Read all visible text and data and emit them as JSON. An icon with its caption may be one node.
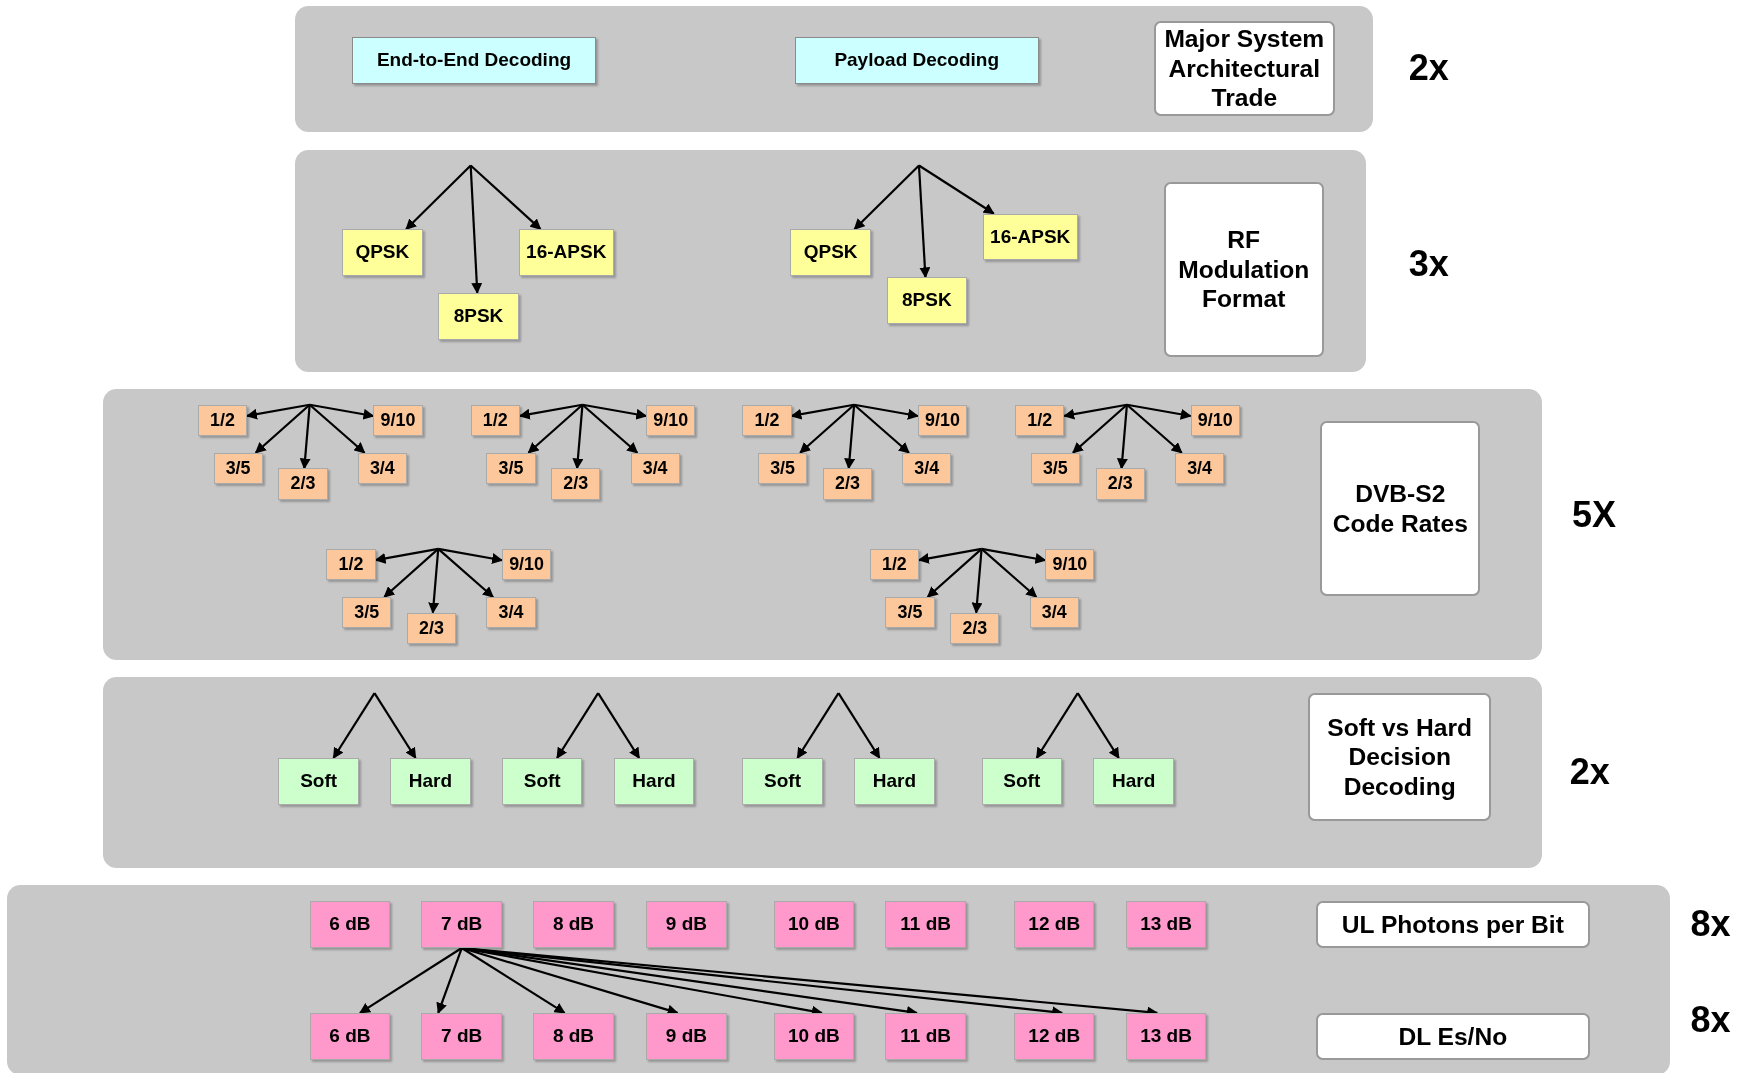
{
  "diagram": {
    "nodes": [
      {
        "text": [],
        "shape": "box"
      },
      {
        "text": [
          "End-to-End Decoding"
        ],
        "in": 0
      },
      {
        "text": [
          "Payload Decoding"
        ],
        "in": 0
      },
      {
        "text": [
          "Major System Architectural Trade"
        ],
        "in": 0
      },
      {
        "text": [],
        "shape": "box"
      },
      {
        "text": [
          "QPSK"
        ],
        "in": 4
      },
      {
        "text": [
          "8PSK"
        ],
        "in": 4
      },
      {
        "text": [
          "16-APSK"
        ],
        "in": 4
      },
      {
        "text": [
          "QPSK"
        ],
        "in": 4
      },
      {
        "text": [
          "8PSK"
        ],
        "in": 4
      },
      {
        "text": [
          "16-APSK"
        ],
        "in": 4
      },
      {
        "text": [
          "RF Modulation Format"
        ],
        "in": 4
      },
      {
        "text": [],
        "shape": "box"
      },
      {
        "text": [
          "1/2"
        ],
        "in": 12
      },
      {
        "text": [
          "3/5"
        ],
        "in": 12
      },
      {
        "text": [
          "2/3"
        ],
        "in": 12
      },
      {
        "text": [
          "3/4"
        ],
        "in": 12
      },
      {
        "text": [
          "9/10"
        ],
        "in": 12
      },
      {
        "text": [
          "1/2"
        ],
        "in": 12
      },
      {
        "text": [
          "3/5"
        ],
        "in": 12
      },
      {
        "text": [
          "2/3"
        ],
        "in": 12
      },
      {
        "text": [
          "3/4"
        ],
        "in": 12
      },
      {
        "text": [
          "9/10"
        ],
        "in": 12
      },
      {
        "text": [
          "1/2"
        ],
        "in": 12
      },
      {
        "text": [
          "3/5"
        ],
        "in": 12
      },
      {
        "text": [
          "2/3"
        ],
        "in": 12
      },
      {
        "text": [
          "3/4"
        ],
        "in": 12
      },
      {
        "text": [
          "9/10"
        ],
        "in": 12
      },
      {
        "text": [
          "1/2"
        ],
        "in": 12
      },
      {
        "text": [
          "3/5"
        ],
        "in": 12
      },
      {
        "text": [
          "2/3"
        ],
        "in": 12
      },
      {
        "text": [
          "3/4"
        ],
        "in": 12
      },
      {
        "text": [
          "9/10"
        ],
        "in": 12
      },
      {
        "text": [
          "1/2"
        ],
        "in": 12
      },
      {
        "text": [
          "3/5"
        ],
        "in": 12
      },
      {
        "text": [
          "2/3"
        ],
        "in": 12
      },
      {
        "text": [
          "3/4"
        ],
        "in": 12
      },
      {
        "text": [
          "9/10"
        ],
        "in": 12
      },
      {
        "text": [
          "1/2"
        ],
        "in": 12
      },
      {
        "text": [
          "3/5"
        ],
        "in": 12
      },
      {
        "text": [
          "2/3"
        ],
        "in": 12
      },
      {
        "text": [
          "3/4"
        ],
        "in": 12
      },
      {
        "text": [
          "9/10"
        ],
        "in": 12
      },
      {
        "text": [
          "DVB-S2 Code Rates"
        ],
        "in": 12
      },
      {
        "text": [],
        "shape": "box"
      },
      {
        "text": [
          "Soft"
        ],
        "in": 44
      },
      {
        "text": [
          "Hard"
        ],
        "in": 44
      },
      {
        "text": [
          "Soft"
        ],
        "in": 44
      },
      {
        "text": [
          "Hard"
        ],
        "in": 44
      },
      {
        "text": [
          "Soft"
        ],
        "in": 44
      },
      {
        "text": [
          "Hard"
        ],
        "in": 44
      },
      {
        "text": [
          "Soft"
        ],
        "in": 44
      },
      {
        "text": [
          "Hard"
        ],
        "in": 44
      },
      {
        "text": [
          "Soft vs Hard Decision Decoding"
        ],
        "in": 44
      },
      {
        "text": [],
        "shape": "box"
      },
      {
        "text": [
          "6 dB"
        ],
        "in": 54
      },
      {
        "text": [
          "7 dB"
        ],
        "in": 54
      },
      {
        "text": [
          "8 dB"
        ],
        "in": 54
      },
      {
        "text": [
          "9 dB"
        ],
        "in": 54
      },
      {
        "text": [
          "10 dB"
        ],
        "in": 54
      },
      {
        "text": [
          "11 dB"
        ],
        "in": 54
      },
      {
        "text": [
          "12 dB"
        ],
        "in": 54
      },
      {
        "text": [
          "13 dB"
        ],
        "in": 54
      },
      {
        "text": [
          "UL Photons per Bit"
        ],
        "in": 54
      },
      {
        "text": [
          "6 dB"
        ],
        "in": 54
      },
      {
        "text": [
          "7 dB"
        ],
        "in": 54
      },
      {
        "text": [
          "8 dB"
        ],
        "in": 54
      },
      {
        "text": [
          "9 dB"
        ],
        "in": 54
      },
      {
        "text": [
          "10 dB"
        ],
        "in": 54
      },
      {
        "text": [
          "11 dB"
        ],
        "in": 54
      },
      {
        "text": [
          "12 dB"
        ],
        "in": 54
      },
      {
        "text": [
          "13 dB"
        ],
        "in": 54
      },
      {
        "text": [
          "DL Es/No"
        ],
        "in": 54
      }
    ],
    "edges": [
      {
        "from": null,
        "to": 5,
        "arrow": "to"
      },
      {
        "from": null,
        "to": 6,
        "arrow": "to"
      },
      {
        "from": null,
        "to": 7,
        "arrow": "to"
      },
      {
        "from": null,
        "to": 8,
        "arrow": "to"
      },
      {
        "from": null,
        "to": 9,
        "arrow": "to"
      },
      {
        "from": null,
        "to": 10,
        "arrow": "to"
      },
      {
        "from": null,
        "to": 13,
        "arrow": "to"
      },
      {
        "from": null,
        "to": 14,
        "arrow": "to"
      },
      {
        "from": null,
        "to": 15,
        "arrow": "to"
      },
      {
        "from": null,
        "to": 16,
        "arrow": "to"
      },
      {
        "from": null,
        "to": 17,
        "arrow": "to"
      },
      {
        "from": null,
        "to": 18,
        "arrow": "to"
      },
      {
        "from": null,
        "to": 19,
        "arrow": "to"
      },
      {
        "from": null,
        "to": 20,
        "arrow": "to"
      },
      {
        "from": null,
        "to": 21,
        "arrow": "to"
      },
      {
        "from": null,
        "to": 22,
        "arrow": "to"
      },
      {
        "from": null,
        "to": 23,
        "arrow": "to"
      },
      {
        "from": null,
        "to": 24,
        "arrow": "to"
      },
      {
        "from": null,
        "to": 25,
        "arrow": "to"
      },
      {
        "from": null,
        "to": 26,
        "arrow": "to"
      },
      {
        "from": null,
        "to": 27,
        "arrow": "to"
      },
      {
        "from": null,
        "to": 28,
        "arrow": "to"
      },
      {
        "from": null,
        "to": 29,
        "arrow": "to"
      },
      {
        "from": null,
        "to": 30,
        "arrow": "to"
      },
      {
        "from": null,
        "to": 31,
        "arrow": "to"
      },
      {
        "from": null,
        "to": 32,
        "arrow": "to"
      },
      {
        "from": null,
        "to": 33,
        "arrow": "to"
      },
      {
        "from": null,
        "to": 34,
        "arrow": "to"
      },
      {
        "from": null,
        "to": 35,
        "arrow": "to"
      },
      {
        "from": null,
        "to": 36,
        "arrow": "to"
      },
      {
        "from": null,
        "to": 37,
        "arrow": "to"
      },
      {
        "from": null,
        "to": 38,
        "arrow": "to"
      },
      {
        "from": null,
        "to": 39,
        "arrow": "to"
      },
      {
        "from": null,
        "to": 40,
        "arrow": "to"
      },
      {
        "from": null,
        "to": 41,
        "arrow": "to"
      },
      {
        "from": null,
        "to": 42,
        "arrow": "to"
      },
      {
        "from": null,
        "to": 45,
        "arrow": "to"
      },
      {
        "from": null,
        "to": 46,
        "arrow": "to"
      },
      {
        "from": null,
        "to": 47,
        "arrow": "to"
      },
      {
        "from": null,
        "to": 48,
        "arrow": "to"
      },
      {
        "from": null,
        "to": 49,
        "arrow": "to"
      },
      {
        "from": null,
        "to": 50,
        "arrow": "to"
      },
      {
        "from": null,
        "to": 51,
        "arrow": "to"
      },
      {
        "from": null,
        "to": 52,
        "arrow": "to"
      },
      {
        "from": 56,
        "to": 64,
        "arrow": "to"
      },
      {
        "from": 56,
        "to": 65,
        "arrow": "to"
      },
      {
        "from": 56,
        "to": 66,
        "arrow": "to"
      },
      {
        "from": 56,
        "to": 67,
        "arrow": "to"
      },
      {
        "from": 56,
        "to": 68,
        "arrow": "to"
      },
      {
        "from": 56,
        "to": 69,
        "arrow": "to"
      },
      {
        "from": 56,
        "to": 70,
        "arrow": "to"
      },
      {
        "from": 56,
        "to": 71,
        "arrow": "to"
      }
    ],
    "labels": [
      "2x",
      "3x",
      "5X",
      "2x",
      "8x",
      "8x"
    ]
  }
}
